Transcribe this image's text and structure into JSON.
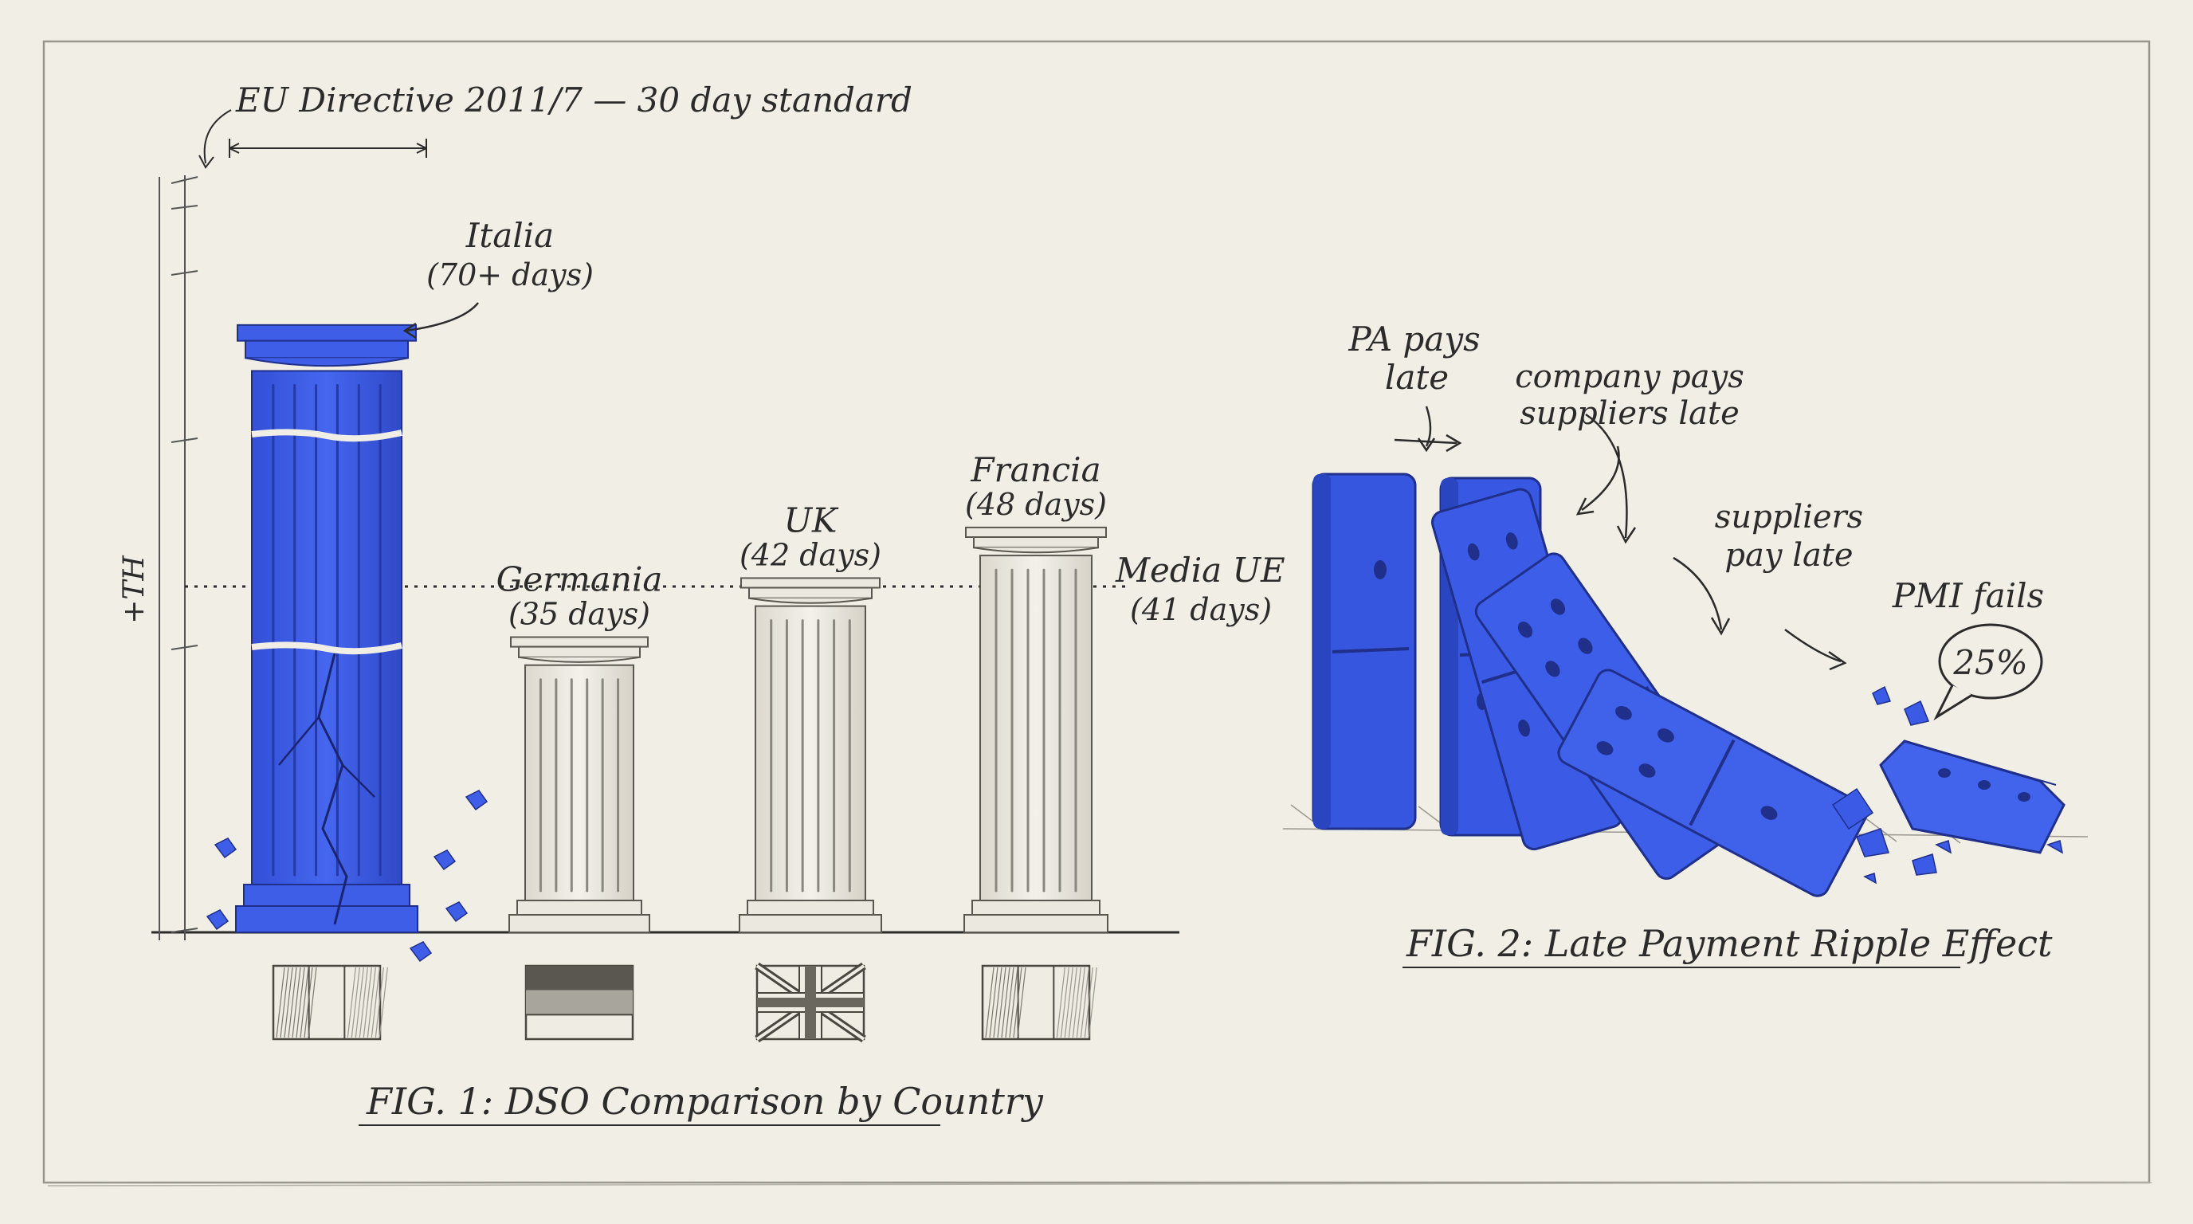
{
  "fig1": {
    "caption": "FIG. 1: DSO Comparison by Country",
    "eu_directive_label": "EU Directive 2011/7 — 30 day standard",
    "eu_average": {
      "label": "Media UE",
      "value_label": "(41 days)",
      "value": 41
    },
    "side_annotation": "+TH",
    "columns": [
      {
        "country": "Italia",
        "value_label": "(70+ days)",
        "dso": 72,
        "highlight": true,
        "flag": "flag-italy"
      },
      {
        "country": "Germania",
        "value_label": "(35 days)",
        "dso": 35,
        "highlight": false,
        "flag": "flag-germany"
      },
      {
        "country": "UK",
        "value_label": "(42 days)",
        "dso": 42,
        "highlight": false,
        "flag": "flag-uk"
      },
      {
        "country": "Francia",
        "value_label": "(48 days)",
        "dso": 48,
        "highlight": false,
        "flag": "flag-france"
      }
    ]
  },
  "fig2": {
    "caption": "FIG. 2: Late Payment Ripple Effect",
    "labels": {
      "pa": [
        "PA pays",
        "late"
      ],
      "company": [
        "company pays",
        "suppliers late"
      ],
      "suppliers": [
        "suppliers",
        "pay late"
      ],
      "pmi": "PMI fails",
      "percent": "25%"
    }
  },
  "colors": {
    "accent": "#3f5ee8",
    "ink": "#2b2b2b",
    "paper": "#f1eee5",
    "stone": "#ebe8df"
  }
}
